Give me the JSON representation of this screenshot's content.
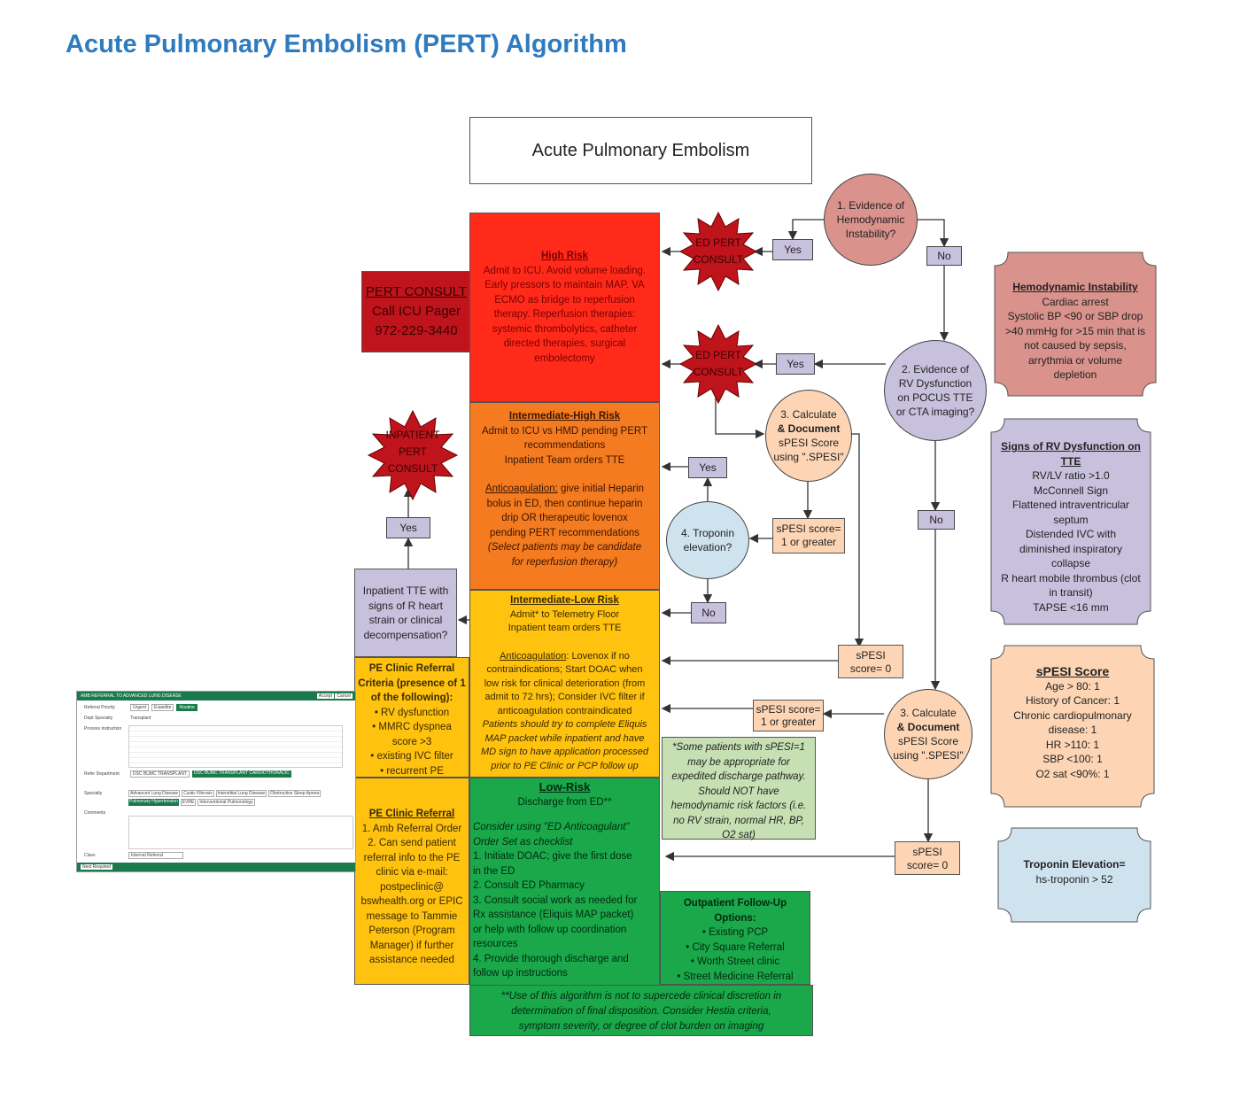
{
  "page": {
    "title": "Acute Pulmonary Embolism (PERT) Algorithm"
  },
  "diagram": {
    "main_title": "Acute Pulmonary Embolism",
    "q1": [
      "1. Evidence of",
      "Hemodynamic",
      "Instability?"
    ],
    "q2": [
      "2. Evidence of",
      "RV Dysfunction",
      "on POCUS TTE",
      "or CTA imaging?"
    ],
    "q3_top": [
      "3. Calculate",
      "& Document",
      "sPESI Score",
      "using \".SPESI\""
    ],
    "q3_bottom": [
      "3. Calculate",
      "& Document",
      "sPESI Score",
      "using \".SPESI\""
    ],
    "q4": [
      "4. Troponin",
      "elevation?"
    ],
    "labels": {
      "yes": "Yes",
      "no": "No",
      "spesi_1": [
        "sPESI score=",
        "1 or greater"
      ],
      "spesi_0": [
        "sPESI",
        "score= 0"
      ]
    },
    "ed_pert_consult": [
      "ED PERT",
      "CONSULT"
    ],
    "inpatient_pert_consult": [
      "INPATIENT",
      "PERT",
      "CONSULT"
    ],
    "pert_consult_box": [
      "PERT CONSULT",
      "Call ICU Pager",
      "972-229-3440"
    ],
    "high_risk": {
      "title": "High Risk",
      "lines": [
        "Admit to ICU. Avoid volume loading.",
        "Early pressors to maintain MAP. VA",
        "ECMO as bridge to reperfusion",
        "therapy. Reperfusion therapies:",
        "systemic thrombolytics, catheter",
        "directed therapies, surgical",
        "embolectomy"
      ]
    },
    "intermediate_high": {
      "title": "Intermediate-High Risk",
      "lines": [
        "Admit to ICU vs HMD pending PERT",
        "recommendations",
        "Inpatient Team orders TTE"
      ],
      "anticoag_label": "Anticoagulation:",
      "anticoag_lines": [
        " give initial Heparin",
        "bolus in ED, then continue heparin",
        "drip OR therapeutic lovenox",
        "pending PERT recommendations"
      ],
      "italic": [
        "(Select patients may be candidate",
        "for reperfusion therapy)"
      ]
    },
    "intermediate_low": {
      "title": "Intermediate-Low Risk",
      "lines": [
        "Admit* to Telemetry Floor",
        "Inpatient team orders TTE"
      ],
      "anticoag_label": "Anticoagulation",
      "anticoag_lines": [
        ": Lovenox if no",
        "contraindications; Start DOAC when",
        "low risk for clinical deterioration (from",
        "admit to 72 hrs); Consider IVC filter if",
        "anticoagulation contraindicated"
      ],
      "italic": [
        "Patients should try to complete Eliquis",
        "MAP packet while inpatient and have",
        "MD sign to have application processed",
        "prior to PE Clinic or PCP follow up"
      ]
    },
    "low_risk": {
      "title": "Low-Risk",
      "subtitle": "Discharge from ED**",
      "italic": [
        "Consider using \"ED Anticoagulant\"",
        "Order Set as checklist"
      ],
      "lines": [
        "1. Initiate DOAC; give the first dose",
        "in the ED",
        "2. Consult ED Pharmacy",
        "3. Consult social work as needed for",
        "Rx assistance (Eliquis MAP packet)",
        "or help with follow up coordination",
        "resources",
        "4. Provide thorough discharge and",
        "follow up instructions"
      ]
    },
    "footnote": [
      "**Use of this algorithm is not to supercede clinical discretion in",
      "determination of final disposition.  Consider Hestia criteria,",
      "symptom severity, or degree of clot burden on imaging"
    ],
    "inpatient_tte": [
      "Inpatient TTE with",
      "signs of R heart",
      "strain or clinical",
      "decompensation?"
    ],
    "pe_clinic_criteria": {
      "title": [
        "PE Clinic Referral",
        "Criteria (presence of 1",
        "of the following):"
      ],
      "items": [
        "RV dysfunction",
        "MMRC dyspnea",
        "score >3",
        "existing IVC filter",
        "recurrent PE"
      ]
    },
    "pe_clinic_referral": {
      "title": "PE Clinic Referral",
      "lines": [
        "1. Amb Referral Order",
        "2. Can send patient",
        "referral info to the PE",
        "clinic via e-mail:",
        "postpeclinic@",
        "bswhealth.org or EPIC",
        "message to Tammie",
        "Peterson (Program",
        "Manager) if further",
        "assistance needed"
      ]
    },
    "some_patients": [
      "*Some patients with sPESI=1",
      "may be appropriate for",
      "expedited discharge pathway.",
      "Should NOT have",
      "hemodynamic risk factors (i.e.",
      "no RV strain, normal HR, BP,",
      "O2 sat)"
    ],
    "outpatient": {
      "title": [
        "Outpatient Follow-Up",
        "Options:"
      ],
      "items": [
        "Existing PCP",
        "City Square Referral",
        "Worth Street clinic",
        "Street Medicine Referral"
      ]
    },
    "hemodynamic_instability": {
      "title": "Hemodynamic Instability",
      "lines": [
        "Cardiac arrest",
        "Systolic BP <90 or SBP drop",
        ">40 mmHg for >15 min that is",
        "not caused by sepsis,",
        "arrythmia or volume",
        "depletion"
      ]
    },
    "rv_dysfunction": {
      "title": [
        "Signs of RV Dysfunction on",
        "TTE"
      ],
      "lines": [
        "RV/LV ratio >1.0",
        "McConnell Sign",
        "Flattened intraventricular",
        "septum",
        "Distended IVC with",
        "diminished inspiratory",
        "collapse",
        "R heart mobile thrombus (clot",
        "in transit)",
        "TAPSE <16 mm"
      ]
    },
    "spesi_score": {
      "title": "sPESI Score",
      "lines": [
        "Age > 80: 1",
        "History of Cancer: 1",
        "Chronic cardiopulmonary",
        "disease: 1",
        "HR >110: 1",
        "SBP <100: 1",
        "O2 sat <90%: 1"
      ]
    },
    "troponin": {
      "title": "Troponin Elevation=",
      "line": "hs-troponin > 52"
    },
    "colors": {
      "title_blue": "#2e7bbf",
      "high_risk": "#ff2a1a",
      "intermediate_high": "#f47b20",
      "intermediate_low": "#ffc20e",
      "low_risk": "#1aa84a",
      "lavender": "#c8c1de",
      "peach": "#fdd5b4",
      "rose": "#d9928c",
      "light_blue": "#cfe3ef",
      "pale_green": "#c6e0b4",
      "dark_red": "#c0141c"
    }
  },
  "ehr_screenshot": {
    "header": "AMB REFERRAL TO ADVANCED LUNG DISEASE",
    "buttons": [
      "Accept",
      "Cancel"
    ],
    "fields": [
      "Referral Priority",
      "Dept Specialty",
      "Process instruction",
      "Refer Department",
      "Specialty",
      "Comments",
      "Class"
    ],
    "priority_options": [
      "Urgent",
      "Expedite",
      "Routine"
    ],
    "dept_value": "Transplant",
    "refer_dept_options": [
      "DSC BUMC TRANSPLANT",
      "DSC BUMC TRANSPLANT CARDIOTHORACIC"
    ],
    "specialty_options": [
      "Advanced Lung Disease",
      "Cystic Fibrosis",
      "Interstitial Lung Disease",
      "Obstructive Sleep Apnea",
      "Pulmonary Hypertension",
      "EVRE",
      "Interventional Pulmonology"
    ],
    "class_value": "Internal Referral",
    "footer_button": "Next Required"
  }
}
